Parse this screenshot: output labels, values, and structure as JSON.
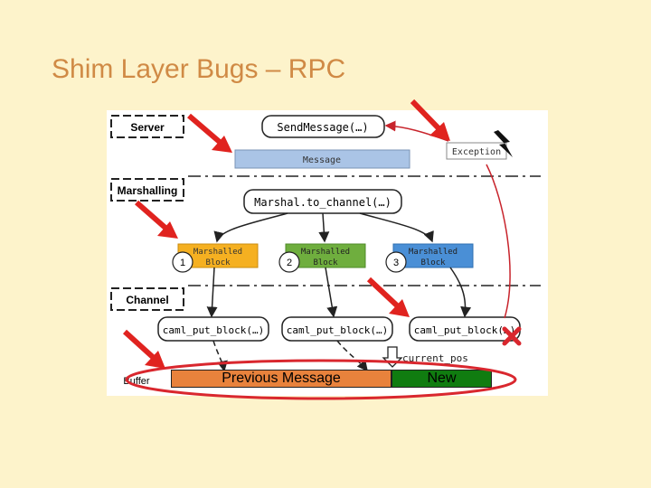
{
  "slide": {
    "title": "Shim Layer Bugs – RPC"
  },
  "layers": {
    "server": "Server",
    "marshalling": "Marshalling",
    "channel": "Channel",
    "buffer": "Buffer"
  },
  "nodes": {
    "send_message": "SendMessage(…)",
    "message": "Message",
    "exception": "Exception",
    "marshal": "Marshal.to_channel(…)",
    "blocks": [
      {
        "number": "1",
        "line1": "Marshalled",
        "line2": "Block",
        "color": "#f5b021"
      },
      {
        "number": "2",
        "line1": "Marshalled",
        "line2": "Block",
        "color": "#6fae3e"
      },
      {
        "number": "3",
        "line1": "Marshalled",
        "line2": "Block",
        "color": "#4a8fd6"
      }
    ],
    "put_block": "caml_put_block(…)",
    "current_pos": "current_pos"
  },
  "buffer": {
    "previous": "Previous Message",
    "new": "New",
    "previous_color": "#e8823c",
    "new_color": "#107c10"
  },
  "colors": {
    "arrow_red": "#e0231f",
    "exception_line": "#c8242c",
    "highlight_ellipse": "#d9272e",
    "message_fill": "#aac4e6"
  }
}
